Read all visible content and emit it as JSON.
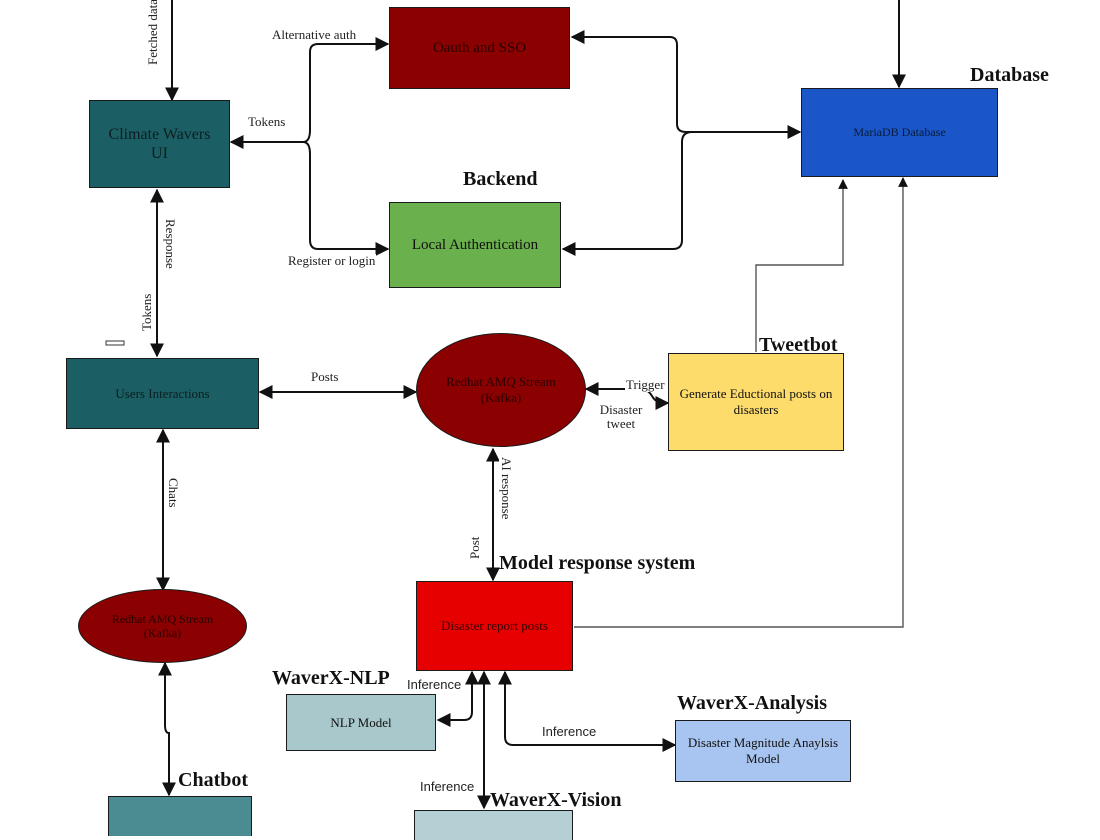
{
  "sections": {
    "database": "Database",
    "backend": "Backend",
    "tweetbot": "Tweetbot",
    "model_response_system": "Model response system",
    "waverx_nlp": "WaverX-NLP",
    "waverx_analysis": "WaverX-Analysis",
    "waverx_vision": "WaverX-Vision",
    "chatbot": "Chatbot"
  },
  "nodes": {
    "oauth": "Oauth and SSO",
    "climate_ui": "Climate Wavers UI",
    "mariadb": "MariaDB Database",
    "local_auth": "Local Authentication",
    "users_interactions": "Users Interactions",
    "amq_main": "Redhat AMQ Stream (Kafka)",
    "tweetbot_generator": "Generate Eductional posts on disasters",
    "amq_chat": "Redhat AMQ Stream (Kafka)",
    "disaster_posts": "Disaster report posts",
    "nlp_model": "NLP Model",
    "magnitude_model": "Disaster Magnitude Anaylsis Model"
  },
  "edge_labels": {
    "fetched_data": "Fetched data",
    "alternative_auth": "Alternative auth",
    "tokens_top": "Tokens",
    "register_login": "Register or login",
    "response": "Response",
    "tokens_side": "Tokens",
    "posts": "Posts",
    "trigger": "Trigger",
    "disaster_tweet": "Disaster tweet",
    "ai_response": "AI response",
    "post": "Post",
    "chats": "Chats",
    "inference_nlp": "Inference",
    "inference_analysis": "Inference",
    "inference_vision": "Inference"
  },
  "colors": {
    "oauth": "#8b0000",
    "climate_ui": "#1b5e63",
    "mariadb": "#1a56c8",
    "local_auth": "#6ab04c",
    "users_interactions": "#1b5e63",
    "amq": "#8b0000",
    "tweetbot": "#fddc6c",
    "disaster_posts": "#e60000",
    "nlp_model": "#a8c8cc",
    "magnitude_model": "#a8c4f0",
    "chatbot_box": "#4a8c92",
    "vision_box": "#b4d0d4"
  }
}
